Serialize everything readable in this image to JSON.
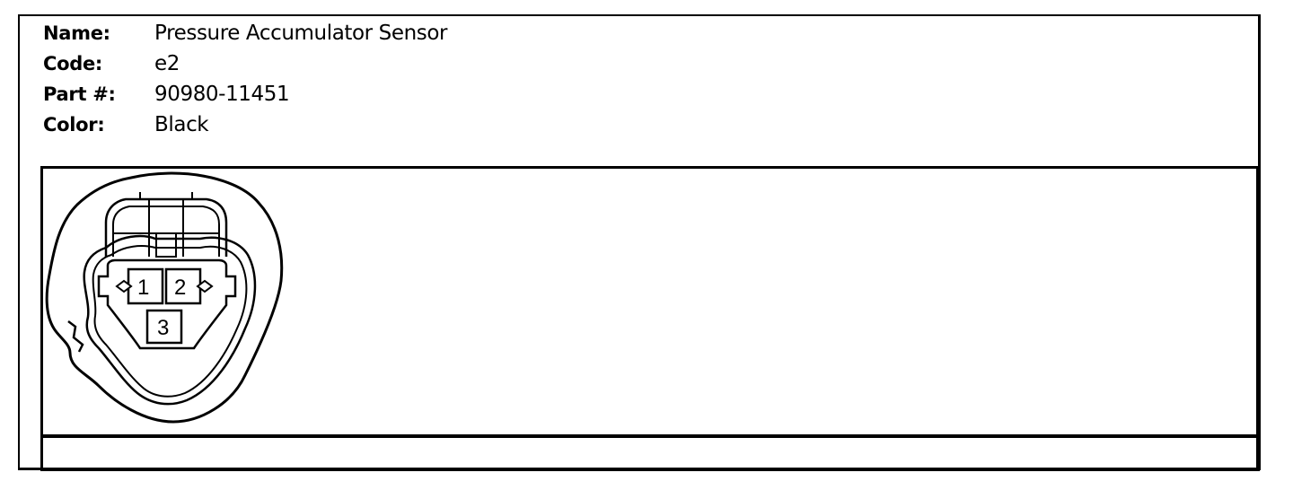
{
  "connector_info": {
    "name_label": "Name:",
    "name_value": "Pressure Accumulator Sensor",
    "code_label": "Code:",
    "code_value": "e2",
    "part_label": "Part #:",
    "part_value": "90980-11451",
    "color_label": "Color:",
    "color_value": "Black"
  },
  "connector_diagram": {
    "pins": [
      "1",
      "2",
      "3"
    ]
  }
}
